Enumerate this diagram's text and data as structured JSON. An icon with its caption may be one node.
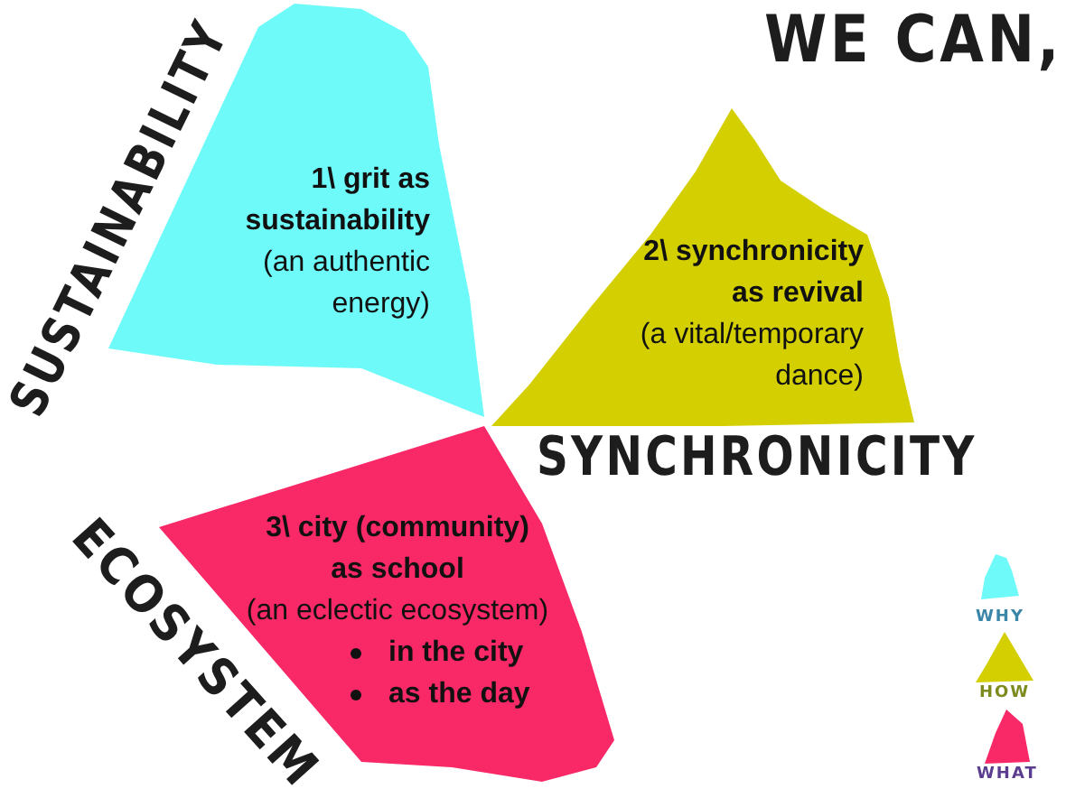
{
  "diagram": {
    "title": "WE CAN,",
    "nodes": [
      {
        "text": [
          "1\\ grit as sustainability",
          "(an authentic energy)"
        ],
        "beside": [
          "SUSTAINABILITY"
        ]
      },
      {
        "text": [
          "2\\ synchronicity as revival",
          "(a vital/temporary dance)"
        ],
        "beside": [
          "SYNCHRONICITY"
        ]
      },
      {
        "text": [
          "3\\ city (community) as school",
          "(an eclectic ecosystem)",
          "in the city",
          "as the day"
        ],
        "beside": [
          "ECOSYSTEM"
        ]
      }
    ],
    "legend": [
      {
        "text": "WHY",
        "color": "#6ffafa"
      },
      {
        "text": "HOW",
        "color": "#d3cf00"
      },
      {
        "text": "WHAT",
        "color": "#f92867"
      }
    ]
  }
}
